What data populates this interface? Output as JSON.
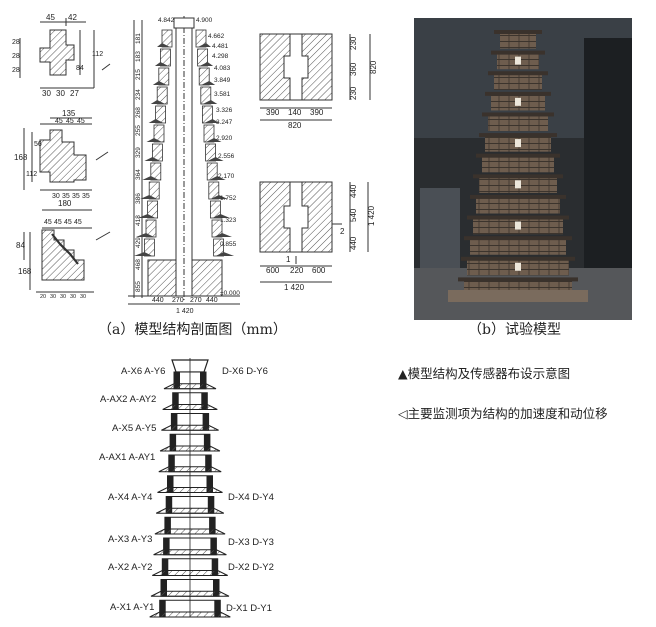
{
  "captions": {
    "a": "（a）模型结构剖面图（mm）",
    "b": "（b）试验模型"
  },
  "notes": {
    "title": "▲模型结构及传感器布设示意图",
    "body": "◁主要监测项为结构的加速度和动位移"
  },
  "profile_dims": {
    "p1": [
      "45",
      "42",
      "28",
      "28",
      "28",
      "84",
      "112",
      "30",
      "30",
      "27"
    ],
    "p2": [
      "135",
      "45",
      "45",
      "45",
      "56",
      "168",
      "112",
      "30",
      "35",
      "35",
      "35"
    ],
    "p3": [
      "180",
      "45",
      "45",
      "45",
      "45",
      "84",
      "168",
      "20",
      "30",
      "30",
      "30",
      "30"
    ]
  },
  "section_levels": [
    "4.842",
    "4.900",
    "4.662",
    "4.481",
    "4.298",
    "4.083",
    "3.849",
    "3.581",
    "3.326",
    "3.247",
    "2.920",
    "2.556",
    "2.170",
    "1.752",
    "1.323",
    "0.855",
    "±0.000"
  ],
  "section_heights": [
    "181",
    "183",
    "215",
    "234",
    "268",
    "255",
    "329",
    "364",
    "386",
    "418",
    "429",
    "468",
    "855"
  ],
  "section_bottom": [
    "440",
    "270",
    "270",
    "440",
    "1 420"
  ],
  "plan1": {
    "top_dims": [
      "230",
      "360",
      "230"
    ],
    "total_v": "820",
    "bottom_dims": [
      "390",
      "140",
      "390"
    ],
    "total_h": "820"
  },
  "plan2": {
    "top_dims": [
      "440",
      "540",
      "440"
    ],
    "total_v": "1 420",
    "cut": "1",
    "cut2": "2",
    "bottom_dims": [
      "600",
      "220",
      "600"
    ],
    "total_h": "1 420"
  },
  "sensors": {
    "left": [
      "A-X6 A-Y6",
      "A-AX2 A-AY2",
      "A-X5 A-Y5",
      "A-AX1 A-AY1",
      "A-X4 A-Y4",
      "A-X3 A-Y3",
      "A-X2 A-Y2",
      "A-X1 A-Y1"
    ],
    "right": [
      "D-X6 D-Y6",
      "D-X4 D-Y4",
      "D-X3 D-Y3",
      "D-X2 D-Y2",
      "D-X1 D-Y1"
    ]
  },
  "colors": {
    "line": "#333333",
    "hatch": "#555555",
    "photo_bg": "#2a2d30"
  }
}
